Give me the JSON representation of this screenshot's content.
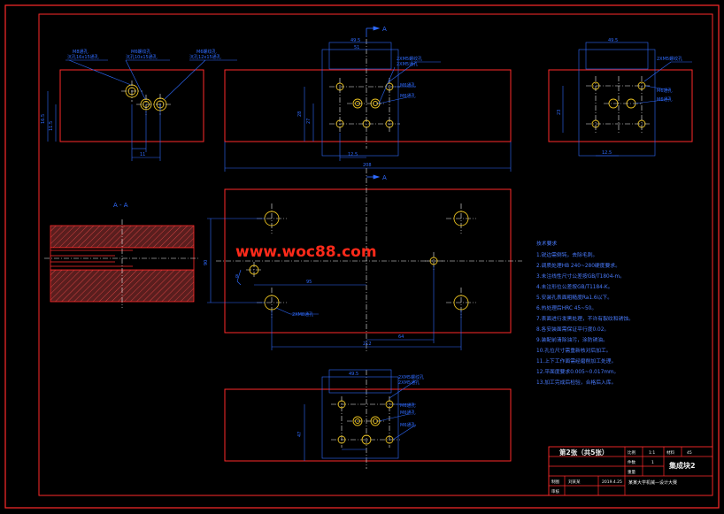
{
  "watermark": "www.woc88.com",
  "section_labels": {
    "arrow_a_top": "A",
    "arrow_a_mid": "A",
    "section_view": "A - A"
  },
  "top_left_view": {
    "callouts": [
      "M8通孔",
      "M6螺纹孔",
      "M6螺纹孔",
      "沉孔16x15通孔",
      "沉孔10x15通孔",
      "沉孔12x15通孔"
    ],
    "dims": [
      "16.5",
      "11.5",
      "11"
    ]
  },
  "top_center_view": {
    "callouts": [
      "2XM5螺纹孔",
      "2XM5通孔",
      "M6通孔",
      "M6通孔"
    ],
    "dims": [
      "49.5",
      "51",
      "28",
      "12.5",
      "27",
      "208"
    ]
  },
  "top_right_view": {
    "callouts": [
      "2XM5螺纹孔",
      "M6通孔",
      "M6通孔"
    ],
    "dims": [
      "49.5",
      "23",
      "12.5"
    ]
  },
  "main_view": {
    "callouts": [
      "2XM8通孔"
    ],
    "dims": [
      "90",
      "95",
      "64",
      "212",
      "8"
    ]
  },
  "bottom_view": {
    "callouts": [
      "2XM5螺纹孔",
      "2XM5通孔",
      "M6通孔",
      "M6通孔",
      "M6通孔"
    ],
    "dims": [
      "47",
      "49.5"
    ]
  },
  "tech_notes": {
    "title": "技术要求",
    "items": [
      "1.锐边需倒钝，去除毛刺。",
      "2.调质处理HB 240~280硬度要求。",
      "3.未注线性尺寸公差按GB/T1804-m。",
      "4.未注形位公差按GB/T1184-K。",
      "5.安装孔表面粗糙度Ra1.6以下。",
      "6.热处理后HRC 45~50。",
      "7.表面进行发黑处理，不许有裂纹和锈蚀。",
      "8.各安装面需保证平行度0.02。",
      "9.装配前清除油污，涂防锈油。",
      "10.孔位尺寸需重新核对后加工。",
      "11.上下工作面需经磨削加工处理。",
      "12.平面度要求0.005~0.017mm。",
      "13.加工完成后检验，合格后入库。"
    ]
  },
  "title_block": {
    "sheet": "第2张（共5张）",
    "scale_label": "比例",
    "scale_value": "1:1",
    "material_label": "材料",
    "material_value": "45",
    "qty_label": "件数",
    "qty_value": "1",
    "weight_label": "重量",
    "drawing_label": "制图",
    "drawing_name": "刘某某",
    "drawing_date": "2019.4.25",
    "review_label": "审核",
    "part_name": "集成块2",
    "company": "某某大学机械—设计大赛"
  },
  "colors": {
    "background": "#000000",
    "frame": "#ff2a2a",
    "dimension": "#2f6bff",
    "centerline": "#f0f0f0",
    "hole": "#e8c020",
    "watermark": "#ff2a1a",
    "hatch": "#d04040",
    "block_fill": "#5a1e1e"
  }
}
